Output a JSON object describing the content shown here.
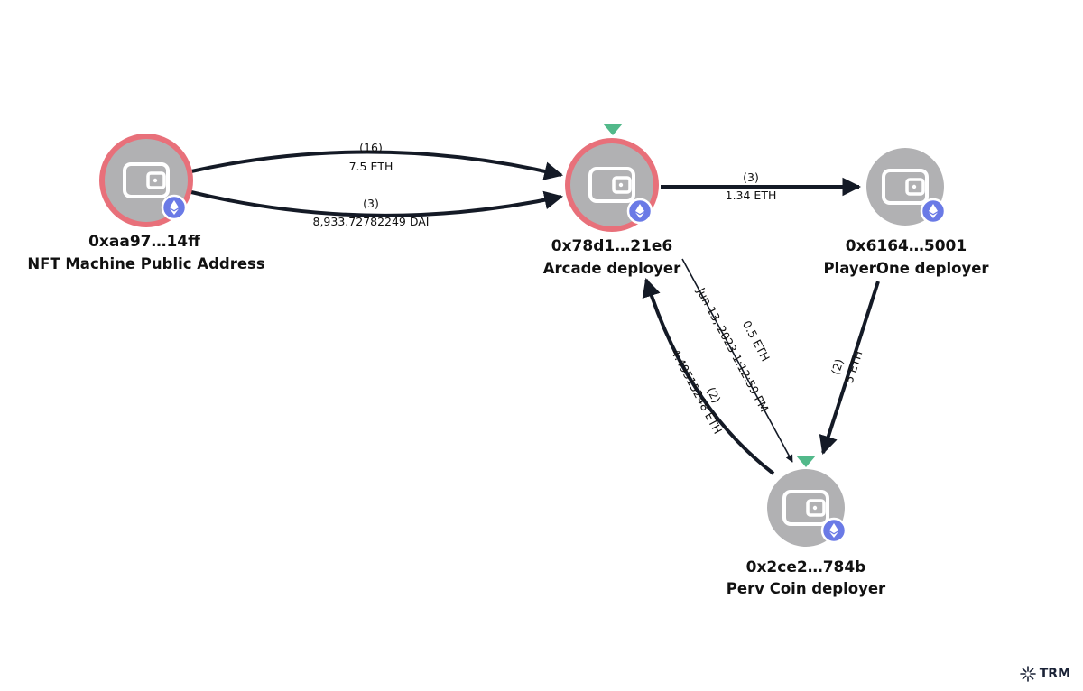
{
  "colors": {
    "edge": "#141a26",
    "node_fill": "#b1b1b3",
    "highlight_ring": "#e8707a",
    "marker": "#52b98a",
    "eth_badge": "#6a7ae6",
    "wallet_icon": "#ffffff"
  },
  "nodes": [
    {
      "id": "n1",
      "address": "0xaa97…14ff",
      "label": "NFT Machine Public Address",
      "icon": "wallet-icon",
      "chain_icon": "ethereum-icon",
      "highlighted": true,
      "marker": false
    },
    {
      "id": "n2",
      "address": "0x78d1…21e6",
      "label": "Arcade deployer",
      "icon": "wallet-icon",
      "chain_icon": "ethereum-icon",
      "highlighted": true,
      "marker": true
    },
    {
      "id": "n3",
      "address": "0x6164…5001",
      "label": "PlayerOne deployer",
      "icon": "wallet-icon",
      "chain_icon": "ethereum-icon",
      "highlighted": false,
      "marker": false
    },
    {
      "id": "n4",
      "address": "0x2ce2…784b",
      "label": "Perv Coin deployer",
      "icon": "wallet-icon",
      "chain_icon": "ethereum-icon",
      "highlighted": false,
      "marker": true
    }
  ],
  "edges": [
    {
      "id": "e1",
      "from": "n1",
      "to": "n2",
      "count": "(16)",
      "amount": "7.5 ETH"
    },
    {
      "id": "e2",
      "from": "n1",
      "to": "n2",
      "count": "(3)",
      "amount": "8,933.72782249 DAI"
    },
    {
      "id": "e3",
      "from": "n2",
      "to": "n3",
      "count": "(3)",
      "amount": "1.34 ETH"
    },
    {
      "id": "e4",
      "from": "n2",
      "to": "n4",
      "date": "Jun 13, 2023 1:12:59 PM",
      "amount": "0.5 ETH"
    },
    {
      "id": "e5",
      "from": "n4",
      "to": "n2",
      "count": "(2)",
      "amount": "4.49515248 ETH"
    },
    {
      "id": "e6",
      "from": "n3",
      "to": "n4",
      "count": "(2)",
      "amount": "5 ETH"
    }
  ],
  "brand": {
    "name": "TRM",
    "icon": "trm-logo-icon"
  }
}
